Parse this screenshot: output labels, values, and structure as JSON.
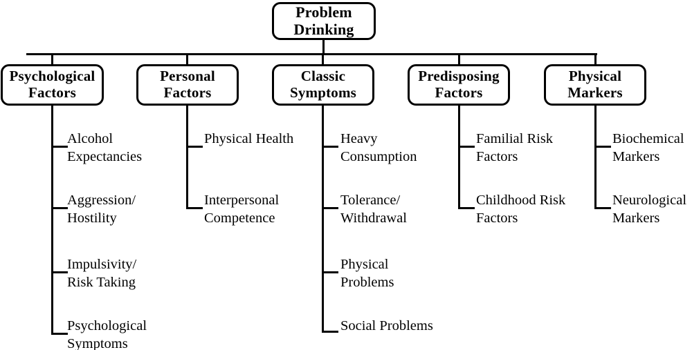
{
  "diagram": {
    "title": "Problem Drinking",
    "type": "hierarchy-tree",
    "root": {
      "label_line1": "Problem",
      "label_line2": "Drinking"
    },
    "branches": [
      {
        "id": "psychological-factors",
        "label_line1": "Psychological",
        "label_line2": "Factors",
        "leaves": [
          {
            "line1": "Alcohol",
            "line2": "Expectancies"
          },
          {
            "line1": "Aggression/",
            "line2": "Hostility"
          },
          {
            "line1": "Impulsivity/",
            "line2": "Risk Taking"
          },
          {
            "line1": "Psychological",
            "line2": "Symptoms"
          }
        ]
      },
      {
        "id": "personal-factors",
        "label_line1": "Personal",
        "label_line2": "Factors",
        "leaves": [
          {
            "line1": "Physical Health",
            "line2": ""
          },
          {
            "line1": "Interpersonal",
            "line2": "Competence"
          }
        ]
      },
      {
        "id": "classic-symptoms",
        "label_line1": "Classic",
        "label_line2": "Symptoms",
        "leaves": [
          {
            "line1": "Heavy",
            "line2": "Consumption"
          },
          {
            "line1": "Tolerance/",
            "line2": "Withdrawal"
          },
          {
            "line1": "Physical",
            "line2": "Problems"
          },
          {
            "line1": "Social Problems",
            "line2": ""
          }
        ]
      },
      {
        "id": "predisposing-factors",
        "label_line1": "Predisposing",
        "label_line2": "Factors",
        "leaves": [
          {
            "line1": "Familial Risk",
            "line2": "Factors"
          },
          {
            "line1": "Childhood Risk",
            "line2": "Factors"
          }
        ]
      },
      {
        "id": "physical-markers",
        "label_line1": "Physical",
        "label_line2": "Markers",
        "leaves": [
          {
            "line1": "Biochemical",
            "line2": "Markers"
          },
          {
            "line1": "Neurological",
            "line2": "Markers"
          }
        ]
      }
    ],
    "colors": {
      "stroke": "#000000",
      "background": "#ffffff",
      "text": "#000000"
    }
  }
}
